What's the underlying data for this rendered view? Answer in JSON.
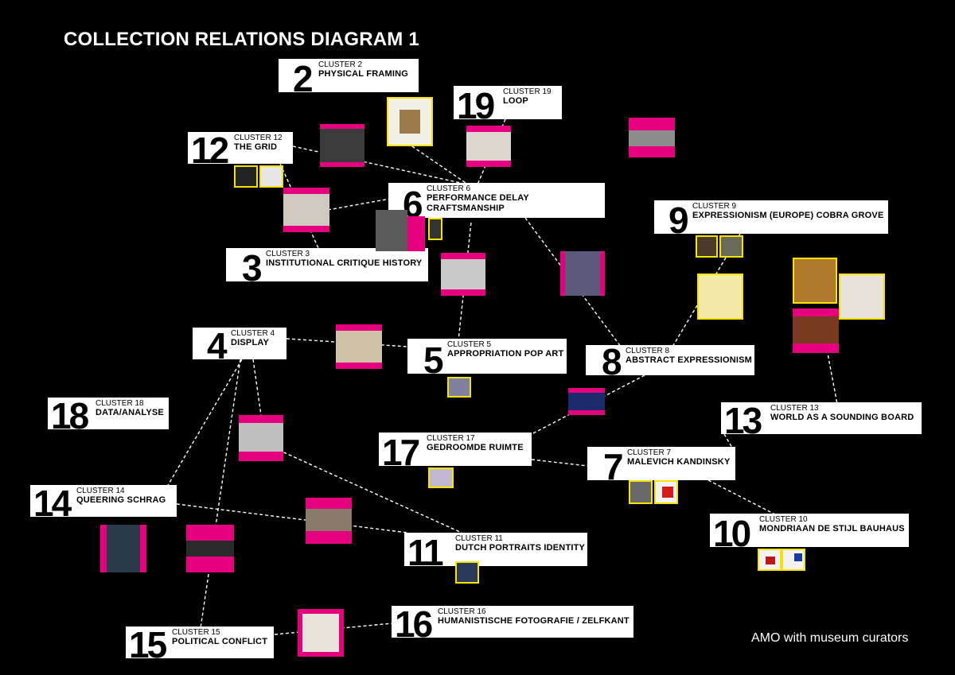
{
  "title": "COLLECTION RELATIONS DIAGRAM 1",
  "credit": "AMO with museum curators",
  "colors": {
    "background": "#000000",
    "accent_pink": "#e6007e",
    "accent_yellow": "#f7e200",
    "box": "#ffffff"
  },
  "clusters": [
    {
      "number": "2",
      "label": "CLUSTER 2",
      "name": "PHYSICAL FRAMING"
    },
    {
      "number": "19",
      "label": "CLUSTER 19",
      "name": "LOOP"
    },
    {
      "number": "12",
      "label": "CLUSTER 12",
      "name": "THE GRID"
    },
    {
      "number": "6",
      "label": "CLUSTER 6",
      "name": "PERFORMANCE DELAY",
      "name2": "CRAFTSMANSHIP"
    },
    {
      "number": "9",
      "label": "CLUSTER 9",
      "name": "EXPRESSIONISM (EUROPE) COBRA GROVE"
    },
    {
      "number": "3",
      "label": "CLUSTER 3",
      "name": "INSTITUTIONAL CRITIQUE HISTORY"
    },
    {
      "number": "4",
      "label": "CLUSTER 4",
      "name": "DISPLAY"
    },
    {
      "number": "5",
      "label": "CLUSTER 5",
      "name": "APPROPRIATION POP ART"
    },
    {
      "number": "8",
      "label": "CLUSTER 8",
      "name": "ABSTRACT EXPRESSIONISM"
    },
    {
      "number": "18",
      "label": "CLUSTER 18",
      "name": "DATA/ANALYSE"
    },
    {
      "number": "13",
      "label": "CLUSTER 13",
      "name": "WORLD AS A SOUNDING BOARD"
    },
    {
      "number": "17",
      "label": "CLUSTER 17",
      "name": "GEDROOMDE RUIMTE"
    },
    {
      "number": "7",
      "label": "CLUSTER 7",
      "name": "MALEVICH KANDINSKY"
    },
    {
      "number": "14",
      "label": "CLUSTER 14",
      "name": "QUEERING  SCHRAG"
    },
    {
      "number": "10",
      "label": "CLUSTER 10",
      "name": "MONDRIAAN DE STIJL BAUHAUS"
    },
    {
      "number": "11",
      "label": "CLUSTER 11",
      "name": "DUTCH PORTRAITS IDENTITY"
    },
    {
      "number": "16",
      "label": "CLUSTER 16",
      "name": "HUMANISTISCHE FOTOGRAFIE / ZELFKANT"
    },
    {
      "number": "15",
      "label": "CLUSTER 15",
      "name": "POLITICAL CONFLICT"
    }
  ]
}
